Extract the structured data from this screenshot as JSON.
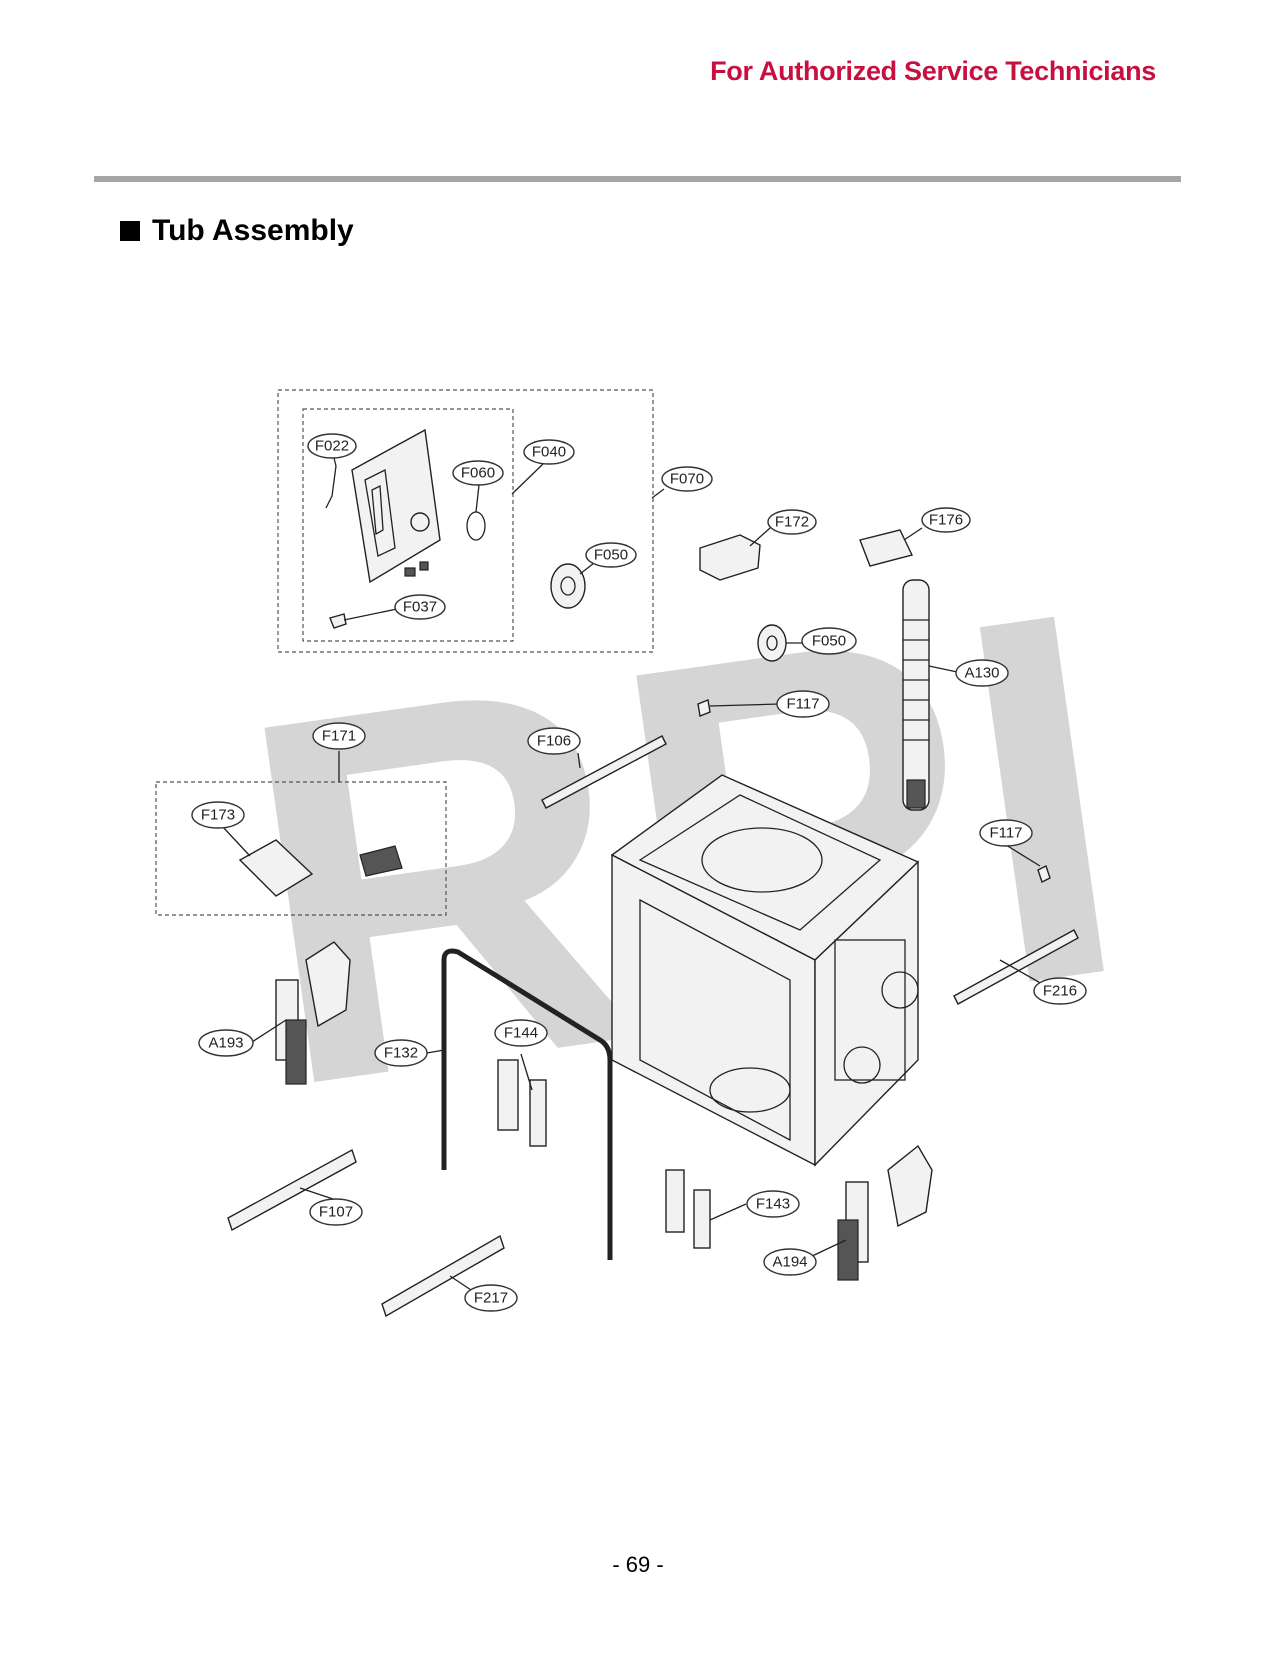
{
  "header": {
    "note": "For Authorized Service Technicians"
  },
  "section": {
    "title": "Tub Assembly"
  },
  "watermark": {
    "text": "RPI"
  },
  "callouts": [
    {
      "id": "F022"
    },
    {
      "id": "F040"
    },
    {
      "id": "F060"
    },
    {
      "id": "F070"
    },
    {
      "id": "F050a",
      "label": "F050"
    },
    {
      "id": "F037"
    },
    {
      "id": "F172"
    },
    {
      "id": "F176"
    },
    {
      "id": "F050b",
      "label": "F050"
    },
    {
      "id": "A130"
    },
    {
      "id": "F117a",
      "label": "F117"
    },
    {
      "id": "F171"
    },
    {
      "id": "F106"
    },
    {
      "id": "F173"
    },
    {
      "id": "F117b",
      "label": "F117"
    },
    {
      "id": "F216"
    },
    {
      "id": "A193"
    },
    {
      "id": "F132"
    },
    {
      "id": "F144"
    },
    {
      "id": "F107"
    },
    {
      "id": "F143"
    },
    {
      "id": "A194"
    },
    {
      "id": "F217"
    }
  ],
  "labels": {
    "F022": "F022",
    "F040": "F040",
    "F060": "F060",
    "F070": "F070",
    "F050a": "F050",
    "F037": "F037",
    "F172": "F172",
    "F176": "F176",
    "F050b": "F050",
    "A130": "A130",
    "F117a": "F117",
    "F171": "F171",
    "F106": "F106",
    "F173": "F173",
    "F117b": "F117",
    "F216": "F216",
    "A193": "A193",
    "F132": "F132",
    "F144": "F144",
    "F107": "F107",
    "F143": "F143",
    "A194": "A194",
    "F217": "F217"
  },
  "footer": {
    "page_number": "- 69 -"
  }
}
